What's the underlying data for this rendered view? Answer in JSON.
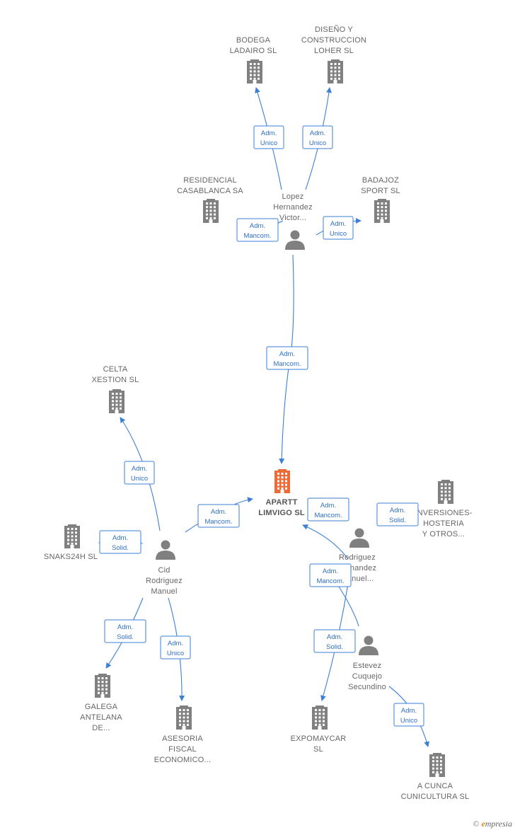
{
  "colors": {
    "edge": "#3d7fd6",
    "company": "#808080",
    "center_company": "#f06a35",
    "person": "#808080"
  },
  "nodes": [
    {
      "id": "bodega",
      "kind": "company",
      "label_lines": [
        "BODEGA",
        "LADAIRO  SL"
      ]
    },
    {
      "id": "diseno",
      "kind": "company",
      "label_lines": [
        "DISEÑO Y",
        "CONSTRUCCION",
        "LOHER  SL"
      ]
    },
    {
      "id": "residencial",
      "kind": "company",
      "label_lines": [
        "RESIDENCIAL",
        "CASABLANCA SA"
      ]
    },
    {
      "id": "badajoz",
      "kind": "company",
      "label_lines": [
        "BADAJOZ",
        "SPORT SL"
      ]
    },
    {
      "id": "lopez",
      "kind": "person",
      "label_lines": [
        "Lopez",
        "Hernandez",
        "Victor..."
      ]
    },
    {
      "id": "celta",
      "kind": "company",
      "label_lines": [
        "CELTA",
        "XESTION  SL"
      ]
    },
    {
      "id": "apartt",
      "kind": "center",
      "label_lines": [
        "APARTT",
        "LIMVIGO  SL"
      ]
    },
    {
      "id": "inversiones",
      "kind": "company",
      "label_lines": [
        "INVERSIONES-",
        "HOSTERIA",
        "Y OTROS..."
      ]
    },
    {
      "id": "snaks",
      "kind": "company",
      "label_lines": [
        "SNAKS24H SL"
      ]
    },
    {
      "id": "cid",
      "kind": "person",
      "label_lines": [
        "Cid",
        "Rodriguez",
        "Manuel"
      ]
    },
    {
      "id": "rodriguez",
      "kind": "person",
      "label_lines": [
        "Rodriguez",
        "Fernandez",
        "Manuel..."
      ]
    },
    {
      "id": "estevez",
      "kind": "person",
      "label_lines": [
        "Estevez",
        "Cuquejo",
        "Secundino"
      ]
    },
    {
      "id": "galega",
      "kind": "company",
      "label_lines": [
        "GALEGA",
        "ANTELANA",
        "DE..."
      ]
    },
    {
      "id": "asesoria",
      "kind": "company",
      "label_lines": [
        "ASESORIA",
        "FISCAL",
        "ECONOMICO..."
      ]
    },
    {
      "id": "expomaycar",
      "kind": "company",
      "label_lines": [
        "EXPOMAYCAR",
        "SL"
      ]
    },
    {
      "id": "acunca",
      "kind": "company",
      "label_lines": [
        "A CUNCA",
        "CUNICULTURA SL"
      ]
    }
  ],
  "edges": [
    {
      "id": "e1",
      "from": "lopez",
      "to": "bodega",
      "label_lines": [
        "Adm.",
        "Unico"
      ]
    },
    {
      "id": "e2",
      "from": "lopez",
      "to": "diseno",
      "label_lines": [
        "Adm.",
        "Unico"
      ]
    },
    {
      "id": "e3",
      "from": "lopez",
      "to": "residencial",
      "label_lines": [
        "Adm.",
        "Mancom."
      ]
    },
    {
      "id": "e4",
      "from": "lopez",
      "to": "badajoz",
      "label_lines": [
        "Adm.",
        "Unico"
      ]
    },
    {
      "id": "e5",
      "from": "lopez",
      "to": "apartt",
      "label_lines": [
        "Adm.",
        "Mancom."
      ]
    },
    {
      "id": "e6",
      "from": "cid",
      "to": "celta",
      "label_lines": [
        "Adm.",
        "Unico"
      ]
    },
    {
      "id": "e7",
      "from": "cid",
      "to": "apartt",
      "label_lines": [
        "Adm.",
        "Mancom."
      ]
    },
    {
      "id": "e8",
      "from": "cid",
      "to": "snaks",
      "label_lines": [
        "Adm.",
        "Solid."
      ]
    },
    {
      "id": "e9",
      "from": "cid",
      "to": "galega",
      "label_lines": [
        "Adm.",
        "Solid."
      ]
    },
    {
      "id": "e10",
      "from": "cid",
      "to": "asesoria",
      "label_lines": [
        "Adm.",
        "Unico"
      ]
    },
    {
      "id": "e11",
      "from": "rodriguez",
      "to": "apartt",
      "label_lines": [
        "Adm.",
        "Mancom."
      ]
    },
    {
      "id": "e12",
      "from": "rodriguez",
      "to": "inversiones",
      "label_lines": [
        "Adm.",
        "Solid."
      ]
    },
    {
      "id": "e13",
      "from": "estevez",
      "to": "apartt",
      "label_lines": [
        "Adm.",
        "Mancom."
      ]
    },
    {
      "id": "e14",
      "from": "estevez",
      "to": "expomaycar",
      "label_lines": [
        "Adm.",
        "Solid."
      ]
    },
    {
      "id": "e15",
      "from": "estevez",
      "to": "acunca",
      "label_lines": [
        "Adm.",
        "Unico"
      ]
    }
  ],
  "footer": {
    "copyright": "©",
    "brand_initial": "e",
    "brand_rest": "mpresia"
  }
}
